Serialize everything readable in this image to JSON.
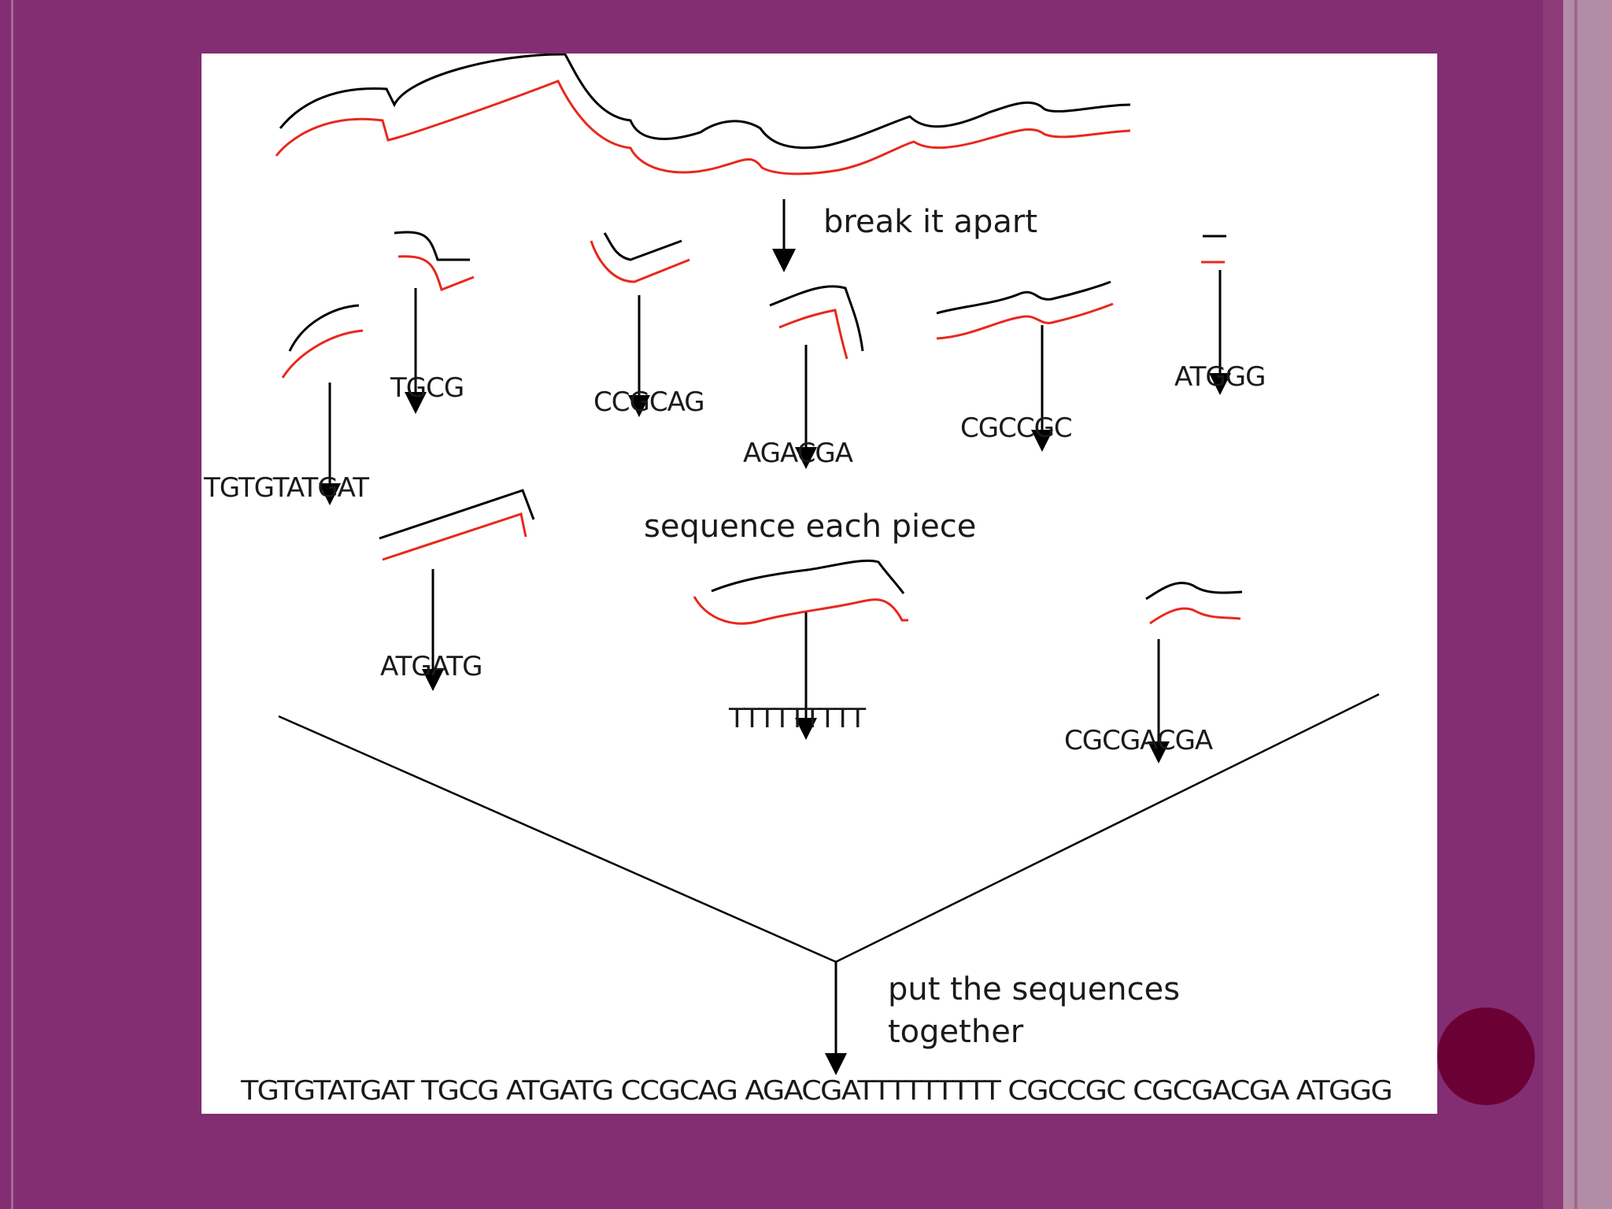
{
  "slide": {
    "background_color": "#832d73",
    "accent_dot_color": "#6b0035",
    "frame_bar_color": "#b38ca7"
  },
  "diagram": {
    "strand_colors": {
      "top": "#000000",
      "bottom": "#e8281e"
    },
    "steps": {
      "break_label": "break it apart",
      "sequence_label": "sequence each piece",
      "assemble_label_line1": "put the sequences",
      "assemble_label_line2": "together"
    },
    "fragments": [
      "TGTGTATGAT",
      "TGCG",
      "CCGCAG",
      "AGACGA",
      "CGCCGC",
      "ATGGG",
      "ATGATG",
      "TTTTTTTTT",
      "CGCGACGA"
    ],
    "assembled_sequence": "TGTGTATGAT TGCG ATGATG CCGCAG AGACGATTTTTTTTT CGCCGC CGCGACGA ATGGG"
  }
}
